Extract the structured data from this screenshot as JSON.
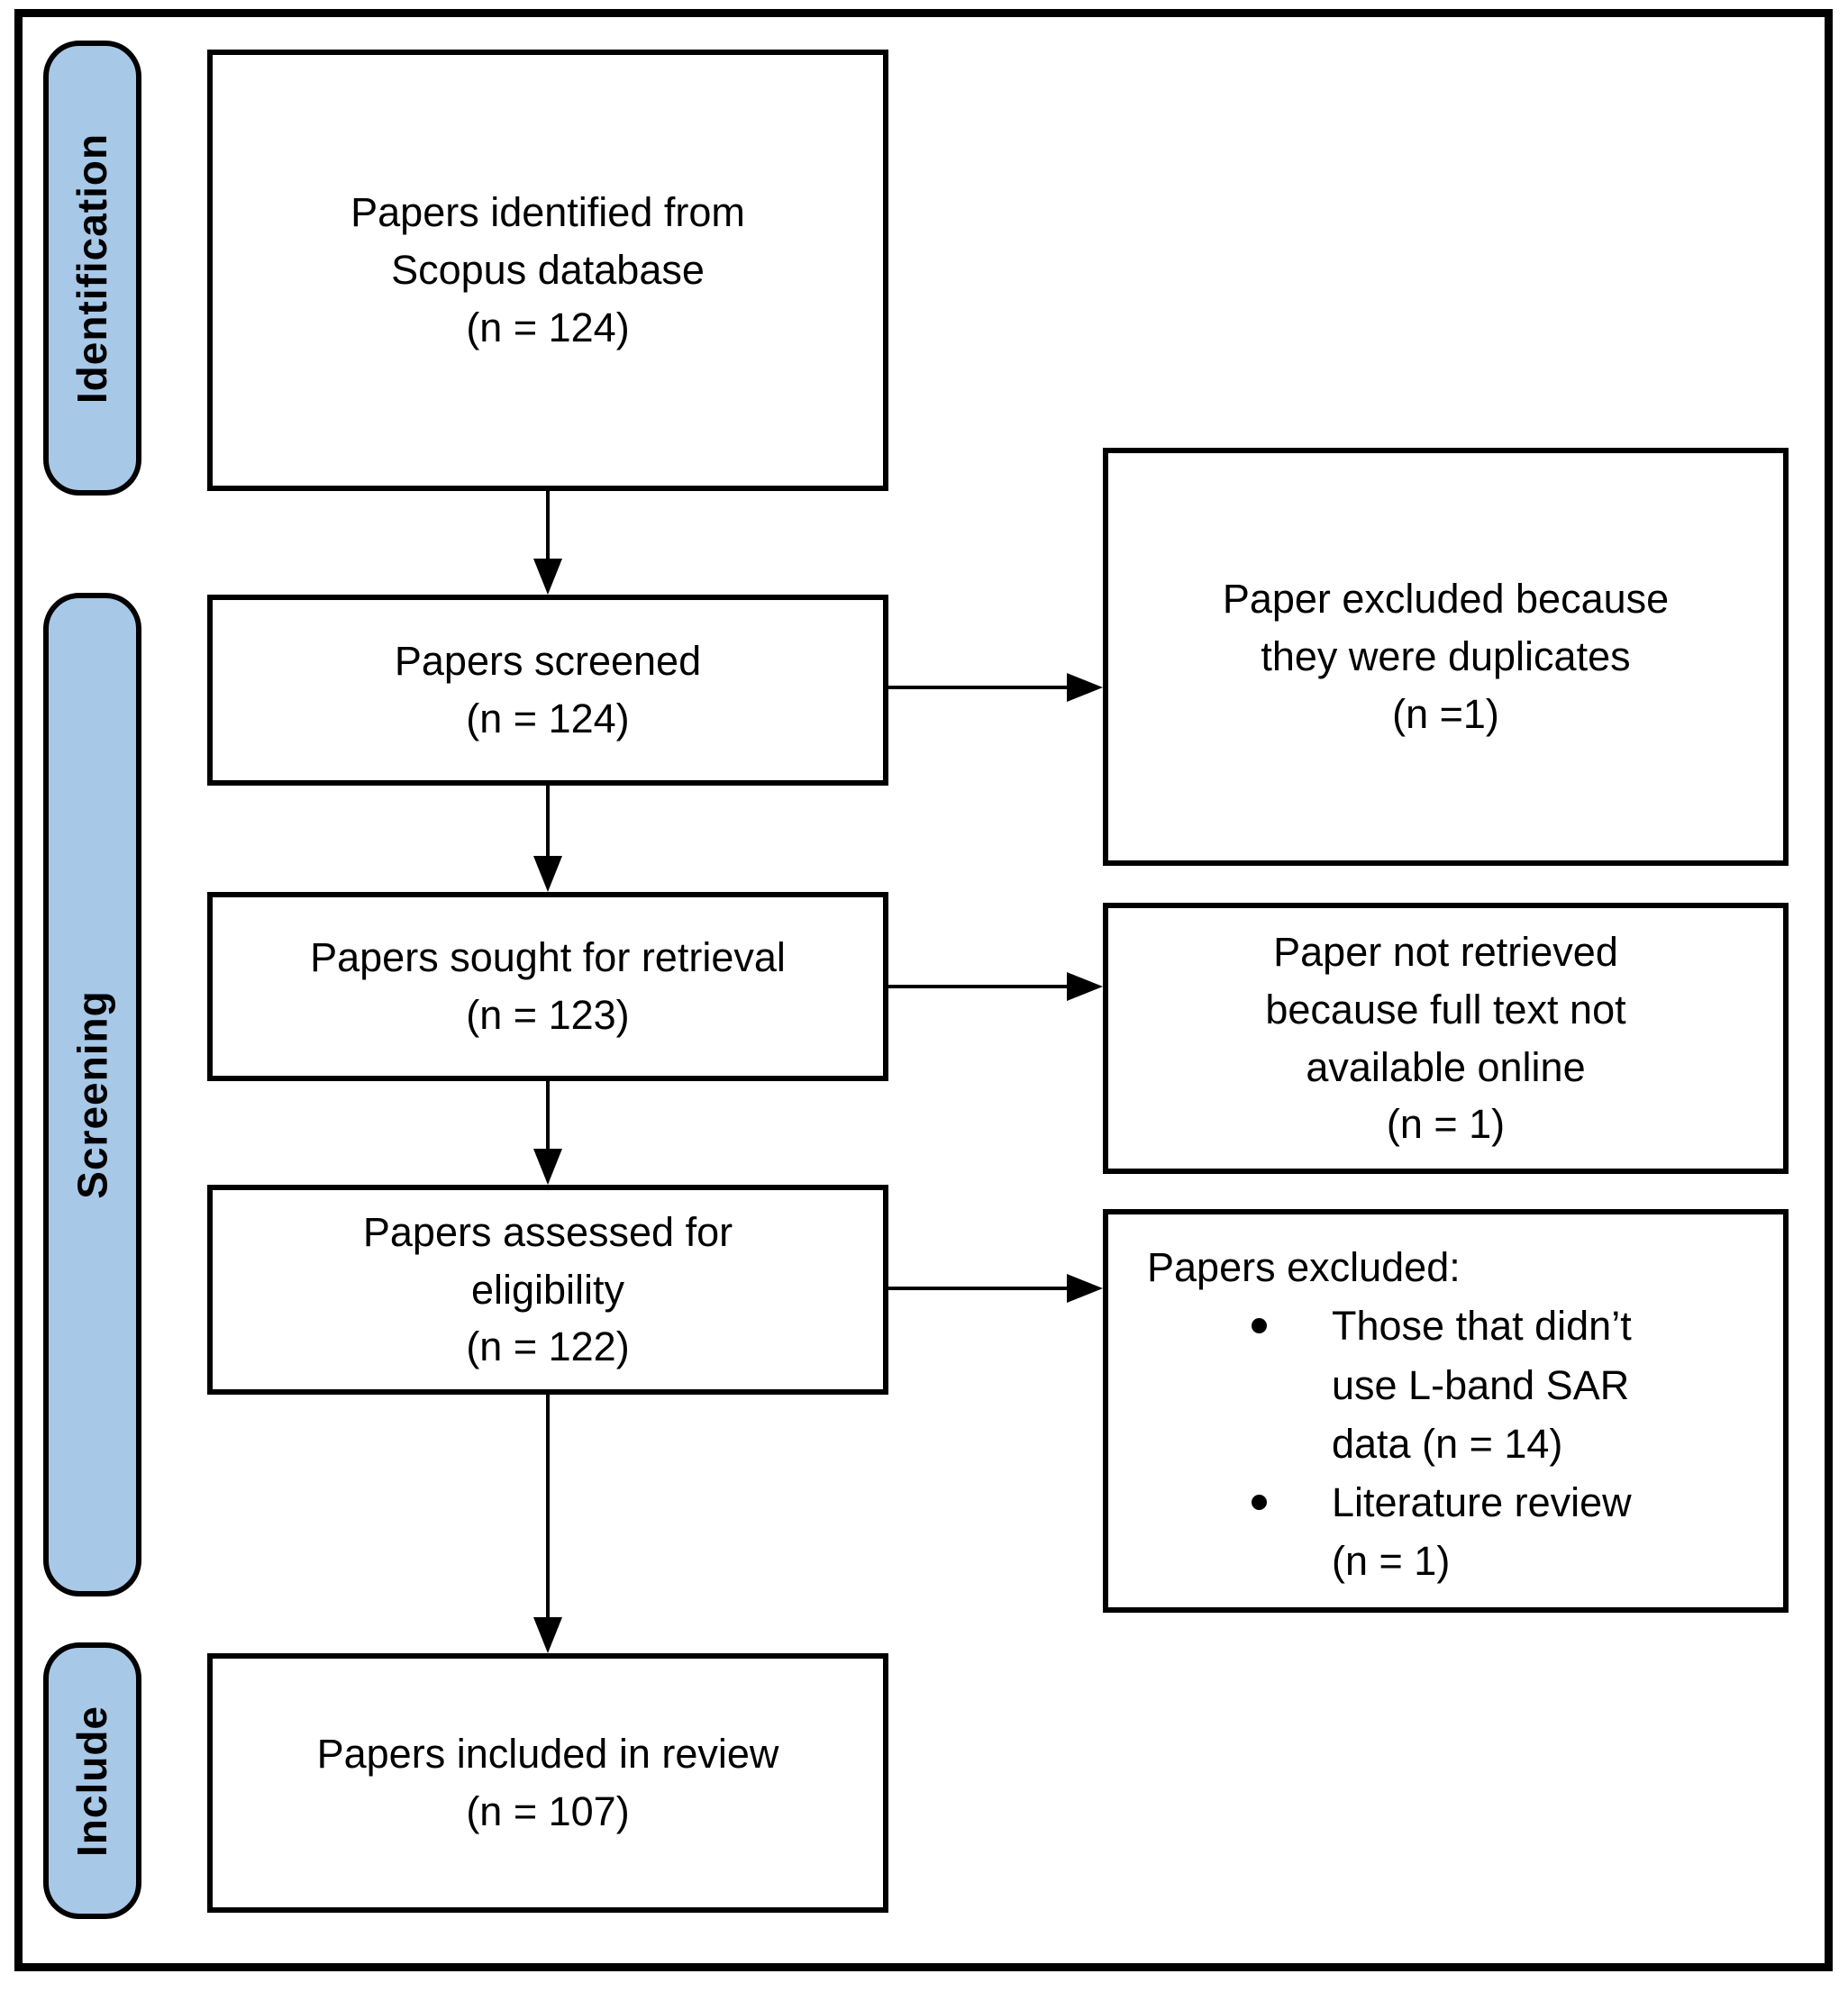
{
  "figure": {
    "type": "prisma-flow-diagram",
    "colors": {
      "stage_fill": "#A8C8E8",
      "line_color": "#000000",
      "background": "#FFFFFF"
    },
    "stages": [
      {
        "label": "Identification"
      },
      {
        "label": "Screening"
      },
      {
        "label": "Include"
      }
    ],
    "flow": [
      {
        "label": "Papers identified from\nScopus database\n(n = 124)"
      },
      {
        "label": "Papers screened\n(n = 124)"
      },
      {
        "label": "Papers sought for retrieval\n(n = 123)"
      },
      {
        "label": "Papers assessed for\neligibility\n(n = 122)"
      },
      {
        "label": "Papers included in review\n(n = 107)"
      }
    ],
    "exclusions": [
      {
        "label": "Paper excluded because\nthey were duplicates\n(n =1)"
      },
      {
        "label": "Paper not retrieved\nbecause full text not\navailable online\n(n = 1)"
      },
      {
        "heading": "Papers excluded:",
        "bullets": [
          "Those that didn’t\nuse L-band SAR\ndata (n = 14)",
          "Literature review\n(n = 1)"
        ]
      }
    ]
  }
}
